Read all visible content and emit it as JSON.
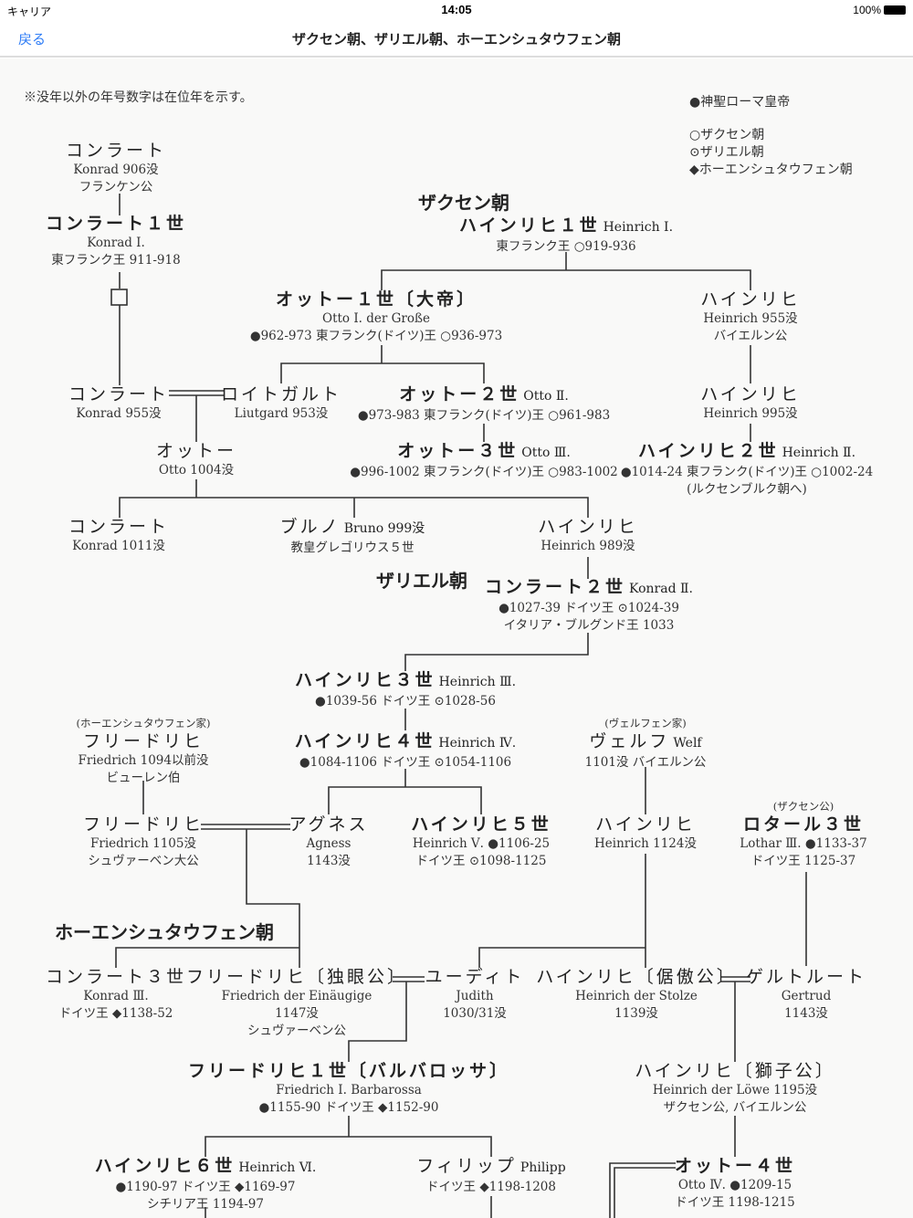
{
  "status_bar": {
    "carrier": "キャリア",
    "time": "14:05",
    "battery": "100%"
  },
  "nav": {
    "back": "戻る",
    "title": "ザクセン朝、ザリエル朝、ホーエンシュタウフェン朝"
  },
  "note": "※没年以外の年号数字は在位年を示す。",
  "legend": [
    "●神聖ローマ皇帝",
    "○ザクセン朝",
    "⊙ザリエル朝",
    "◆ホーエンシュタウフェン朝"
  ],
  "dynasties": {
    "saxon": "ザクセン朝",
    "salian": "ザリエル朝",
    "hohenstaufen": "ホーエンシュタウフェン朝"
  },
  "people": [
    {
      "name": "コンラート",
      "lines": [
        "Konrad 906没",
        "フランケン公"
      ]
    },
    {
      "name": "コンラート１世",
      "lines": [
        "Konrad Ⅰ.",
        "東フランク王 911-918"
      ]
    },
    {
      "name": "ハインリヒ１世",
      "latin": "Heinrich Ⅰ.",
      "lines": [
        "東フランク王 ○919-936"
      ]
    },
    {
      "name": "オットー１世〔大帝〕",
      "lines": [
        "Otto Ⅰ. der Große",
        "●962-973 東フランク(ドイツ)王 ○936-973"
      ]
    },
    {
      "name": "ハインリヒ",
      "lines": [
        "Heinrich 955没",
        "バイエルン公"
      ]
    },
    {
      "name": "コンラート",
      "lines": [
        "Konrad 955没"
      ]
    },
    {
      "name": "ロイトガルト",
      "lines": [
        "Liutgard 953没"
      ]
    },
    {
      "name": "オットー２世",
      "latin": "Otto Ⅱ.",
      "lines": [
        "●973-983 東フランク(ドイツ)王 ○961-983"
      ]
    },
    {
      "name": "ハインリヒ",
      "lines": [
        "Heinrich 995没"
      ]
    },
    {
      "name": "オットー",
      "lines": [
        "Otto 1004没"
      ]
    },
    {
      "name": "オットー３世",
      "latin": "Otto Ⅲ.",
      "lines": [
        "●996-1002 東フランク(ドイツ)王 ○983-1002"
      ]
    },
    {
      "name": "ハインリヒ２世",
      "latin": "Heinrich Ⅱ.",
      "lines": [
        "●1014-24 東フランク(ドイツ)王 ○1002-24",
        "(ルクセンブルク朝へ)"
      ]
    },
    {
      "name": "コンラート",
      "lines": [
        "Konrad 1011没"
      ]
    },
    {
      "name": "ブルノ",
      "latin": "Bruno 999没",
      "lines": [
        "教皇グレゴリウス５世"
      ]
    },
    {
      "name": "ハインリヒ",
      "lines": [
        "Heinrich 989没"
      ]
    },
    {
      "name": "コンラート２世",
      "latin": "Konrad Ⅱ.",
      "lines": [
        "●1027-39 ドイツ王 ⊙1024-39",
        "イタリア・ブルグンド王 1033"
      ]
    },
    {
      "name": "ハインリヒ３世",
      "latin": "Heinrich Ⅲ.",
      "lines": [
        "●1039-56 ドイツ王 ⊙1028-56"
      ]
    },
    {
      "pre": "(ホーエンシュタウフェン家)",
      "name": "フリードリヒ",
      "lines": [
        "Friedrich 1094以前没",
        "ビューレン伯"
      ]
    },
    {
      "name": "ハインリヒ４世",
      "latin": "Heinrich Ⅳ.",
      "lines": [
        "●1084-1106 ドイツ王 ⊙1054-1106"
      ]
    },
    {
      "pre": "(ヴェルフェン家)",
      "name": "ヴェルフ",
      "latin": "Welf",
      "lines": [
        "1101没 バイエルン公"
      ]
    },
    {
      "name": "フリードリヒ",
      "lines": [
        "Friedrich 1105没",
        "シュヴァーベン大公"
      ]
    },
    {
      "name": "アグネス",
      "lines": [
        "Agness",
        "1143没"
      ]
    },
    {
      "name": "ハインリヒ５世",
      "lines": [
        "Heinrich Ⅴ. ●1106-25",
        "ドイツ王 ⊙1098-1125"
      ]
    },
    {
      "name": "ハインリヒ",
      "lines": [
        "Heinrich 1124没"
      ]
    },
    {
      "pre": "(ザクセン公)",
      "name": "ロタール３世",
      "lines": [
        "Lothar Ⅲ. ●1133-37",
        "ドイツ王 1125-37"
      ]
    },
    {
      "name": "コンラート３世",
      "lines": [
        "Konrad Ⅲ.",
        "ドイツ王 ◆1138-52"
      ]
    },
    {
      "name": "フリードリヒ〔独眼公〕",
      "lines": [
        "Friedrich der Einäugige",
        "1147没",
        "シュヴァーベン公"
      ]
    },
    {
      "name": "ユーディト",
      "lines": [
        "Judith",
        "1030/31没"
      ]
    },
    {
      "name": "ハインリヒ〔倨傲公〕",
      "lines": [
        "Heinrich der Stolze",
        "1139没"
      ]
    },
    {
      "name": "ゲルトルート",
      "lines": [
        "Gertrud",
        "1143没"
      ]
    },
    {
      "name": "フリードリヒ１世〔バルバロッサ〕",
      "lines": [
        "Friedrich Ⅰ. Barbarossa",
        "●1155-90 ドイツ王 ◆1152-90"
      ]
    },
    {
      "name": "ハインリヒ〔獅子公〕",
      "lines": [
        "Heinrich der Löwe 1195没",
        "ザクセン公, バイエルン公"
      ]
    },
    {
      "name": "ハインリヒ６世",
      "latin": "Heinrich Ⅵ.",
      "lines": [
        "●1190-97 ドイツ王 ◆1169-97",
        "シチリア王 1194-97"
      ]
    },
    {
      "name": "フィリップ",
      "latin": "Philipp",
      "lines": [
        "ドイツ王 ◆1198-1208"
      ]
    },
    {
      "name": "オットー４世",
      "lines": [
        "Otto Ⅳ. ●1209-15",
        "ドイツ王 1198-1215"
      ]
    }
  ]
}
